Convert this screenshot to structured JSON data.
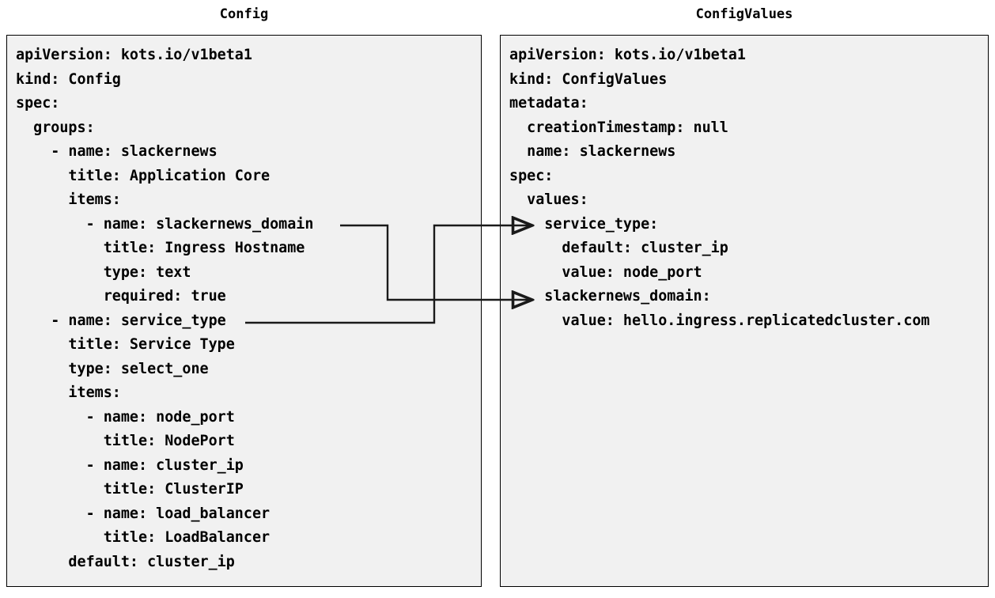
{
  "diagram": {
    "type": "yaml-mapping-diagram",
    "background_color": "#ffffff",
    "panel_background_color": "#f1f1f1",
    "panel_border_color": "#000000",
    "connector_color": "#1a1a1a"
  },
  "panels": {
    "left": {
      "title": "Config",
      "code": "apiVersion: kots.io/v1beta1\nkind: Config\nspec:\n  groups:\n    - name: slackernews\n      title: Application Core\n      items:\n        - name: slackernews_domain\n          title: Ingress Hostname\n          type: text\n          required: true\n    - name: service_type\n      title: Service Type\n      type: select_one\n      items:\n        - name: node_port\n          title: NodePort\n        - name: cluster_ip\n          title: ClusterIP\n        - name: load_balancer\n          title: LoadBalancer\n      default: cluster_ip",
      "lines": [
        "apiVersion: kots.io/v1beta1",
        "kind: Config",
        "spec:",
        "  groups:",
        "    - name: slackernews",
        "      title: Application Core",
        "      items:",
        "        - name: slackernews_domain",
        "          title: Ingress Hostname",
        "          type: text",
        "          required: true",
        "    - name: service_type",
        "      title: Service Type",
        "      type: select_one",
        "      items:",
        "        - name: node_port",
        "          title: NodePort",
        "        - name: cluster_ip",
        "          title: ClusterIP",
        "        - name: load_balancer",
        "          title: LoadBalancer",
        "      default: cluster_ip"
      ]
    },
    "right": {
      "title": "ConfigValues",
      "code": "apiVersion: kots.io/v1beta1\nkind: ConfigValues\nmetadata:\n  creationTimestamp: null\n  name: slackernews\nspec:\n  values:\n    service_type:\n      default: cluster_ip\n      value: node_port\n    slackernews_domain:\n      value: hello.ingress.replicatedcluster.com",
      "lines": [
        "apiVersion: kots.io/v1beta1",
        "kind: ConfigValues",
        "metadata:",
        "  creationTimestamp: null",
        "  name: slackernews",
        "spec:",
        "  values:",
        "    service_type:",
        "      default: cluster_ip",
        "      value: node_port",
        "    slackernews_domain:",
        "      value: hello.ingress.replicatedcluster.com"
      ]
    }
  },
  "connectors": [
    {
      "id": "slackernews-domain-link",
      "from_label": "- name: slackernews_domain",
      "to_label": "slackernews_domain:",
      "arrowhead": "open-triangle"
    },
    {
      "id": "service-type-link",
      "from_label": "- name: service_type",
      "to_label": "service_type:",
      "arrowhead": "open-triangle"
    }
  ]
}
